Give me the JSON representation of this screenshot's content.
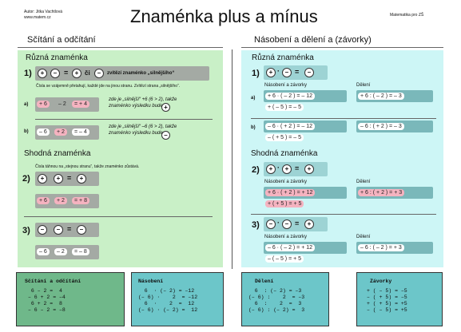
{
  "header": {
    "author": "Autor: Jitka Vachtlová",
    "website": "www.matem.cz",
    "title": "Znaménka plus a mínus",
    "subject": "Matematika pro ZŠ"
  },
  "left": {
    "section_title": "Sčítání a odčítání",
    "different_heading": "Různá znaménka",
    "rule1_label": "1)",
    "rule1_text": "zvítězí znaménko „silnějšího“",
    "rule1_note": "Čísla se vzájemně přetahují, každé jde na jinou stranu. Zvítězí strana „silnějšího“.",
    "a_label": "a)",
    "a_expr": [
      "+ 6",
      "– 2",
      "= + 4"
    ],
    "a_text1": "zde je „silnější“ +6 (6 > 2), takže",
    "a_text2": "znaménko výsledku bude",
    "b_label": "b)",
    "b_expr": [
      "– 6",
      "+ 2",
      "= – 4"
    ],
    "b_text1": "zde je „silnější“ –6 (6 > 2), takže",
    "b_text2": "znaménko výsledku bude",
    "same_heading": "Shodná znaménka",
    "same_note": "Čísla táhnou na „stejnou stranu“, takže znaménko zůstává.",
    "rule2_label": "2)",
    "rule2_expr": [
      "+ 6",
      "+ 2",
      "= + 8"
    ],
    "rule3_label": "3)",
    "rule3_expr": [
      "– 6",
      "– 2",
      "= – 8"
    ]
  },
  "right": {
    "section_title": "Násobení a dělení a (závorky)",
    "different_heading": "Různá znaménka",
    "rule1_label": "1)",
    "mult_label": "Násobení a závorky",
    "div_label": "Dělení",
    "a_label": "a)",
    "a_mult": "+ 6 · ( – 2 ) = – 12",
    "a_paren": "+ ( – 5 ) = – 5",
    "a_div": "+ 6 : ( – 2 ) = – 3",
    "b_label": "b)",
    "b_mult": "– 6 · ( + 2 ) = – 12",
    "b_paren": "– ( + 5 ) = – 5",
    "b_div": "– 6 : ( + 2 ) = – 3",
    "same_heading": "Shodná znaménka",
    "rule2_label": "2)",
    "c_mult": "+ 6 · ( + 2 ) = + 12",
    "c_paren": "+ ( + 5 ) = + 5",
    "c_div": "+ 6 : ( + 2 ) = + 3",
    "rule3_label": "3)",
    "d_mult": "– 6 · ( – 2 ) = + 12",
    "d_paren": "– ( – 5 ) = + 5",
    "d_div": "– 6 : ( – 2 ) = + 3"
  },
  "summary": {
    "add_title": "Sčítání a odčítání",
    "add_rows": [
      " 6 – 2 =  4",
      "– 6 + 2 = –4",
      " 6 + 2 =  8",
      "– 6 – 2 = –8"
    ],
    "mult_title": "Násobení",
    "mult_rows": [
      "  6  · (– 2) = –12",
      "(– 6) ·    2  = –12",
      "  6  ·    2  =  12",
      "(– 6) · (– 2) =  12"
    ],
    "div_title": "Dělení",
    "div_rows": [
      "  6  : (– 2) = –3",
      "(– 6) :    2  = –3",
      "  6  :    2  =  3",
      "(– 6) : (– 2) =  3"
    ],
    "paren_title": "Závorky",
    "paren_rows": [
      "+ ( – 5) = –5",
      "– ( + 5) = –5",
      "+ ( + 5) = +5",
      "– ( – 5) = +5"
    ]
  },
  "symbols": {
    "plus": "+",
    "minus": "–",
    "dot": "·",
    "equals": "=",
    "ci": "či"
  }
}
